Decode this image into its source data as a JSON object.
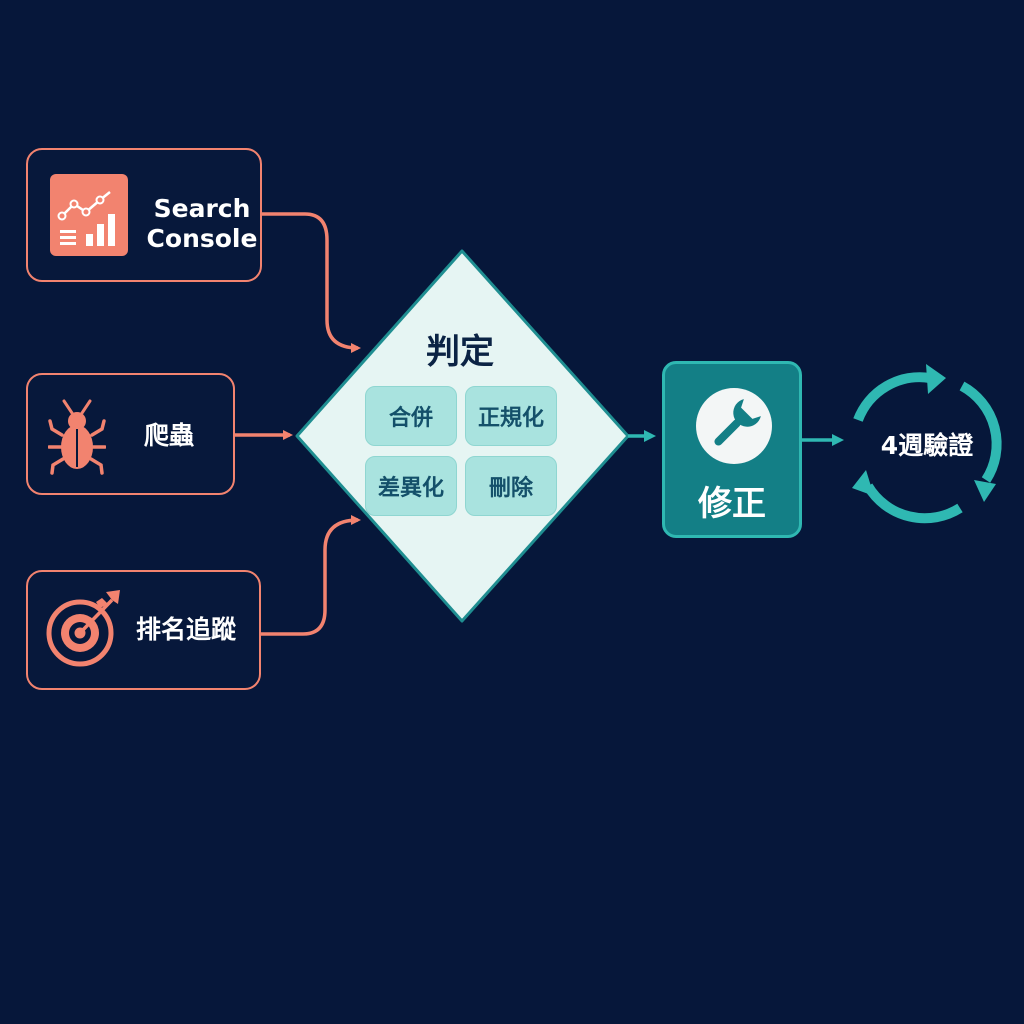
{
  "sources": {
    "gsc": {
      "label": "Search\nConsole",
      "icon": "analytics-chart-icon"
    },
    "crawler": {
      "label": "爬蟲",
      "icon": "bug-icon"
    },
    "rank": {
      "label": "排名追蹤",
      "icon": "target-arrow-icon"
    }
  },
  "decision": {
    "title": "判定",
    "options": [
      "合併",
      "正規化",
      "差異化",
      "刪除"
    ]
  },
  "fix": {
    "label": "修正",
    "icon": "wrench-icon"
  },
  "cycle": {
    "label": "4週驗證",
    "icon": "cycle-arrows-icon"
  },
  "colors": {
    "background": "#06173a",
    "source_accent": "#f2836f",
    "teal_accent": "#2fb8b2",
    "diamond_fill": "#e6f5f3",
    "chip_fill": "#a9e3df"
  }
}
